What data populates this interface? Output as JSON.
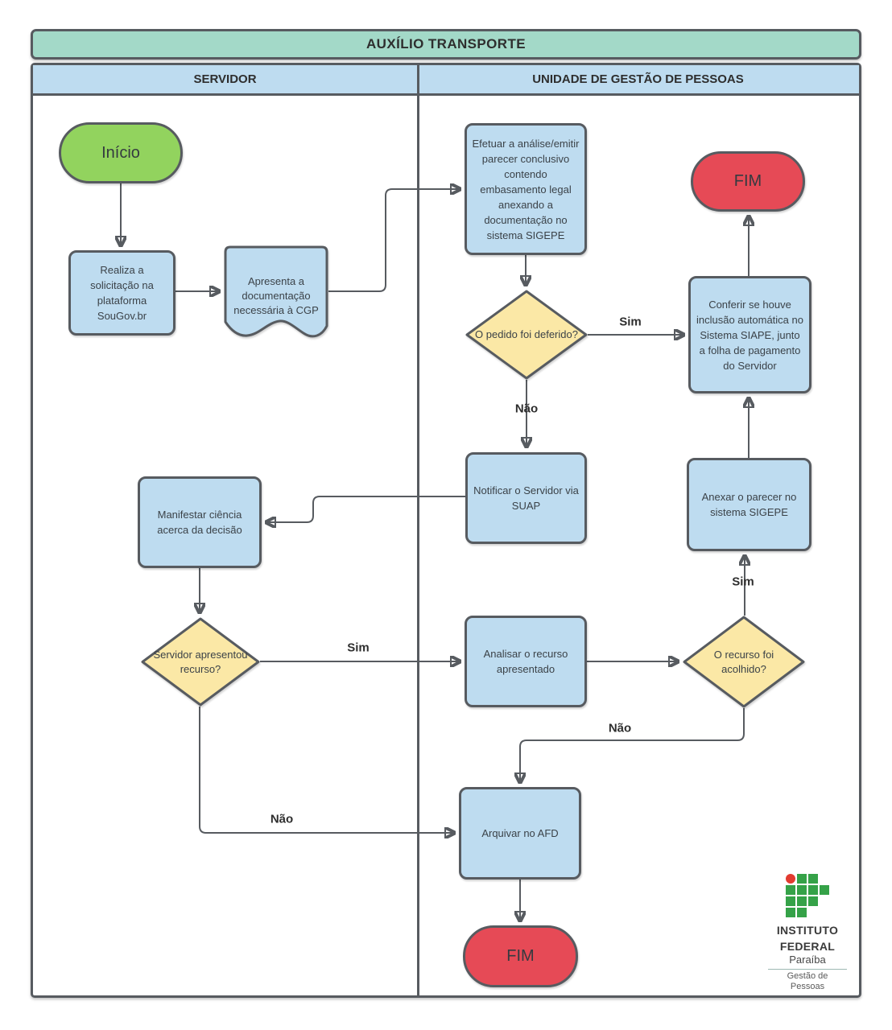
{
  "title": "AUXÍLIO TRANSPORTE",
  "lanes": {
    "left": "SERVIDOR",
    "right": "UNIDADE DE GESTÃO DE PESSOAS"
  },
  "nodes": {
    "inicio": {
      "label": "Início",
      "type": "start"
    },
    "realiza": {
      "label": "Realiza a solicitação na plataforma SouGov.br",
      "type": "process"
    },
    "apresenta": {
      "label": "Apresenta a documentação necessária à CGP",
      "type": "document"
    },
    "efetuar": {
      "label": "Efetuar a análise/emitir parecer conclusivo contendo embasamento legal anexando a documentação no sistema SIGEPE",
      "type": "process"
    },
    "pedido_deferido": {
      "label": "O pedido foi deferido?",
      "type": "decision"
    },
    "conferir": {
      "label": "Conferir se houve inclusão automática no Sistema SIAPE, junto a folha de pagamento do Servidor",
      "type": "process"
    },
    "fim_top": {
      "label": "FIM",
      "type": "end"
    },
    "notificar": {
      "label": "Notificar o Servidor via SUAP",
      "type": "process"
    },
    "anexar": {
      "label": "Anexar o parecer no sistema SIGEPE",
      "type": "process"
    },
    "recurso_acolhido": {
      "label": "O recurso foi acolhido?",
      "type": "decision"
    },
    "manifestar": {
      "label": "Manifestar ciência acerca da decisão",
      "type": "process"
    },
    "servidor_recurso": {
      "label": "Servidor apresentou recurso?",
      "type": "decision"
    },
    "analisar": {
      "label": "Analisar o recurso apresentado",
      "type": "process"
    },
    "arquivar": {
      "label": "Arquivar no AFD",
      "type": "process"
    },
    "fim_bottom": {
      "label": "FIM",
      "type": "end"
    }
  },
  "edge_labels": {
    "deferido_sim": "Sim",
    "deferido_nao": "Não",
    "acolhido_sim": "Sim",
    "recurso_sim": "Sim",
    "acolhido_nao": "Não",
    "recurso_nao": "Não"
  },
  "logo": {
    "line1": "INSTITUTO",
    "line2": "FEDERAL",
    "line3": "Paraíba",
    "line4": "Gestão de",
    "line5": "Pessoas"
  },
  "colors": {
    "title_bar": "#a3d9c8",
    "lane_header": "#bedcf0",
    "process_fill": "#bedcf0",
    "decision_fill": "#fbe8a6",
    "start_fill": "#92d35e",
    "end_fill": "#e64a56",
    "stroke": "#575b60",
    "logo_green": "#35a248",
    "logo_red": "#e23b30"
  }
}
